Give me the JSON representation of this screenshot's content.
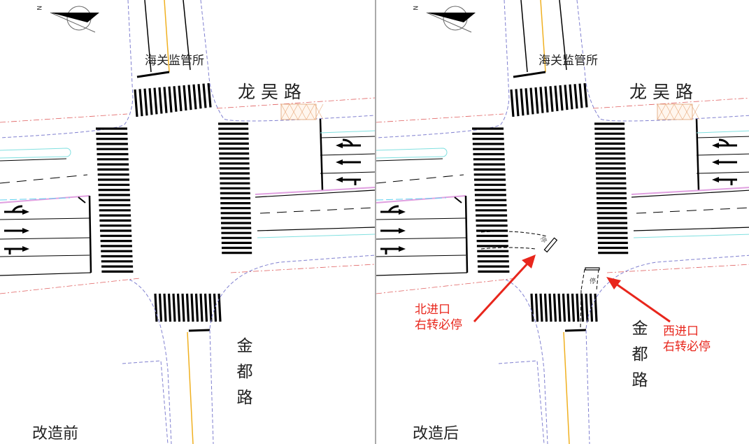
{
  "panels": [
    {
      "caption": "改造前",
      "north_label": "海关监管所",
      "east_west_road": "龙 吴 路",
      "south_road": "金都路"
    },
    {
      "caption": "改造后",
      "north_label": "海关监管所",
      "east_west_road": "龙 吴 路",
      "south_road": "金都路",
      "stop_mark": "停",
      "annotations": [
        {
          "text_line1": "北进口",
          "text_line2": "右转必停"
        },
        {
          "text_line1": "西进口",
          "text_line2": "右转必停"
        }
      ]
    }
  ],
  "compass_label": "N",
  "colors": {
    "annotation": "#e8261c",
    "centerline": "#f0b020",
    "boundary": "#e06060",
    "edge": "#8080d0"
  }
}
